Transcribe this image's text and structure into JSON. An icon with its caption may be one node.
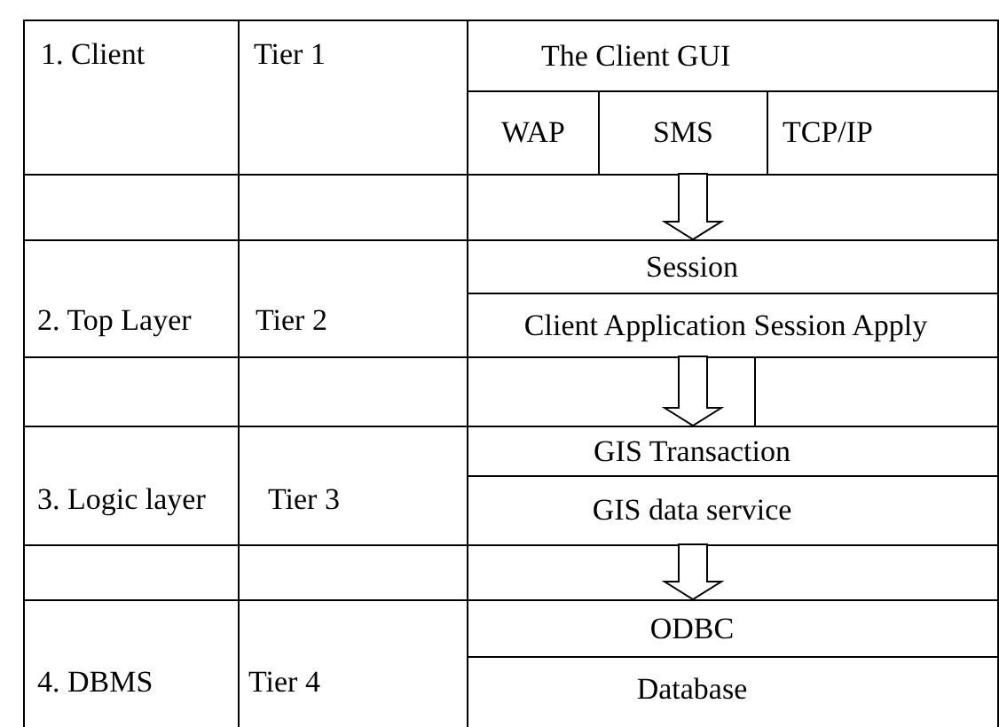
{
  "diagram": {
    "nodes": [
      {
        "text": [
          "The Client GUI"
        ]
      },
      {
        "text": [
          "WAP"
        ]
      },
      {
        "text": [
          "SMS"
        ]
      },
      {
        "text": [
          "TCP/IP"
        ]
      },
      {
        "text": [
          "Session"
        ]
      },
      {
        "text": [
          "Client Application Session Apply"
        ]
      },
      {
        "text": [
          "GIS Transaction"
        ]
      },
      {
        "text": [
          "GIS data service"
        ]
      },
      {
        "text": [
          "ODBC"
        ]
      },
      {
        "text": [
          "Database"
        ]
      }
    ],
    "edges": [
      {
        "from": 2,
        "to": 4,
        "arrow": "to"
      },
      {
        "from": 5,
        "to": 6,
        "arrow": "to"
      },
      {
        "from": 7,
        "to": 8,
        "arrow": "to"
      }
    ],
    "labels": [
      "1. Client",
      "Tier 1",
      "2. Top Layer",
      "Tier 2",
      "3. Logic layer",
      "Tier 3",
      "4. DBMS",
      "Tier 4"
    ]
  }
}
